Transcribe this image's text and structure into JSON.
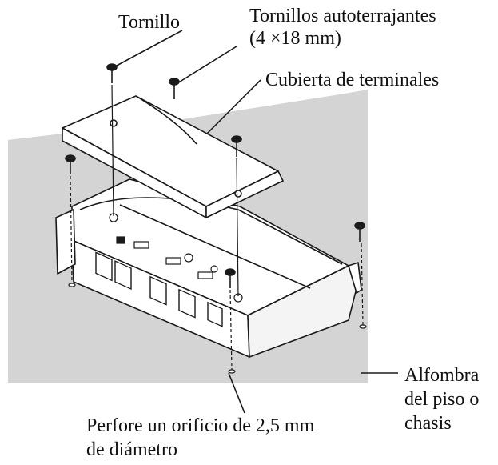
{
  "labels": {
    "screw": "Tornillo",
    "self_tapping_line1": "Tornillos autoterrajantes",
    "self_tapping_line2": "(4 ×18 mm)",
    "terminal_cover": "Cubierta de terminales",
    "carpet_line1": "Alfombra",
    "carpet_line2": "del piso o",
    "carpet_line3": "chasis",
    "drill_line1": "Perfore un orificio de 2,5 mm",
    "drill_line2": "de diámetro"
  },
  "colors": {
    "background_panel": "#d4d4d4",
    "line": "#1a1a1a",
    "body_fill": "#ffffff"
  }
}
